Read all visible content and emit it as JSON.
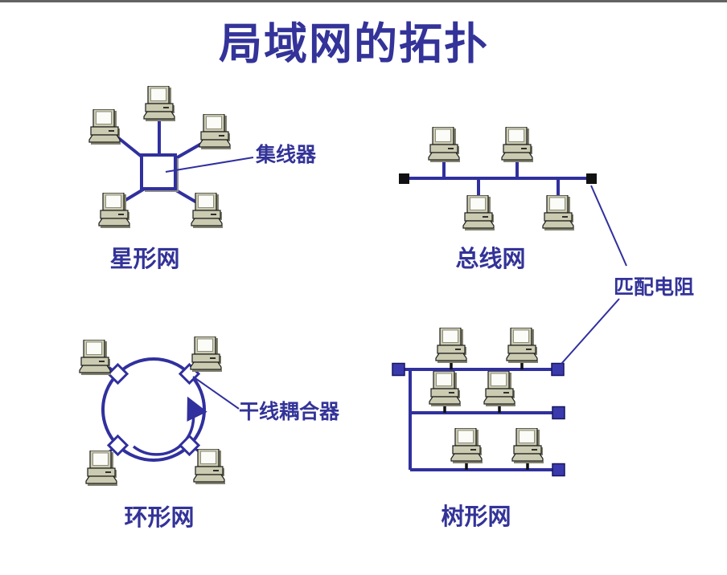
{
  "title": "局域网的拓扑",
  "topologies": {
    "star": {
      "label": "星形网",
      "computers": 5,
      "callout": {
        "label": "集线器"
      }
    },
    "bus": {
      "label": "总线网",
      "computers": 4,
      "terminators": 2
    },
    "ring": {
      "label": "环形网",
      "computers": 4,
      "couplers": 4,
      "callout": {
        "label": "干线耦合器"
      }
    },
    "tree": {
      "label": "树形网",
      "computers": 6,
      "branches": 3,
      "terminators": 4
    }
  },
  "callouts": {
    "terminator": {
      "label": "匹配电阻"
    }
  },
  "colors": {
    "accent_text": "#333399",
    "line_blue": "#30309E",
    "terminator_black": "#111111",
    "terminator_blue": "#3A3AAE",
    "computer_body": "#CBCBB2",
    "computer_shadow": "#81816F",
    "top_strip": "#636363"
  }
}
